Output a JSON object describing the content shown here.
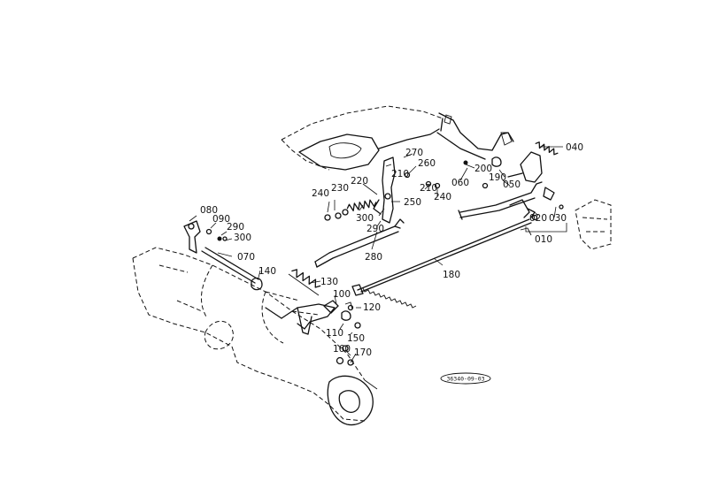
{
  "diagram": {
    "reference_code": "36340-09-03",
    "callouts": [
      {
        "id": "c040",
        "text": "040"
      },
      {
        "id": "c200",
        "text": "200"
      },
      {
        "id": "c270",
        "text": "270"
      },
      {
        "id": "c260",
        "text": "260"
      },
      {
        "id": "c210a",
        "text": "210"
      },
      {
        "id": "c220",
        "text": "220"
      },
      {
        "id": "c230",
        "text": "230"
      },
      {
        "id": "c240a",
        "text": "240"
      },
      {
        "id": "c060",
        "text": "060"
      },
      {
        "id": "c190",
        "text": "190"
      },
      {
        "id": "c050",
        "text": "050"
      },
      {
        "id": "c210b",
        "text": "210"
      },
      {
        "id": "c240b",
        "text": "240"
      },
      {
        "id": "c250",
        "text": "250"
      },
      {
        "id": "c300a",
        "text": "300"
      },
      {
        "id": "c290a",
        "text": "290"
      },
      {
        "id": "c020",
        "text": "020"
      },
      {
        "id": "c030",
        "text": "030"
      },
      {
        "id": "c010",
        "text": "010"
      },
      {
        "id": "c080",
        "text": "080"
      },
      {
        "id": "c090",
        "text": "090"
      },
      {
        "id": "c290b",
        "text": "290"
      },
      {
        "id": "c300b",
        "text": "300"
      },
      {
        "id": "c280",
        "text": "280"
      },
      {
        "id": "c180",
        "text": "180"
      },
      {
        "id": "c070",
        "text": "070"
      },
      {
        "id": "c140",
        "text": "140"
      },
      {
        "id": "c130",
        "text": "130"
      },
      {
        "id": "c100",
        "text": "100"
      },
      {
        "id": "c120",
        "text": "120"
      },
      {
        "id": "c110",
        "text": "110"
      },
      {
        "id": "c150",
        "text": "150"
      },
      {
        "id": "c160",
        "text": "160"
      },
      {
        "id": "c170",
        "text": "170"
      }
    ]
  }
}
